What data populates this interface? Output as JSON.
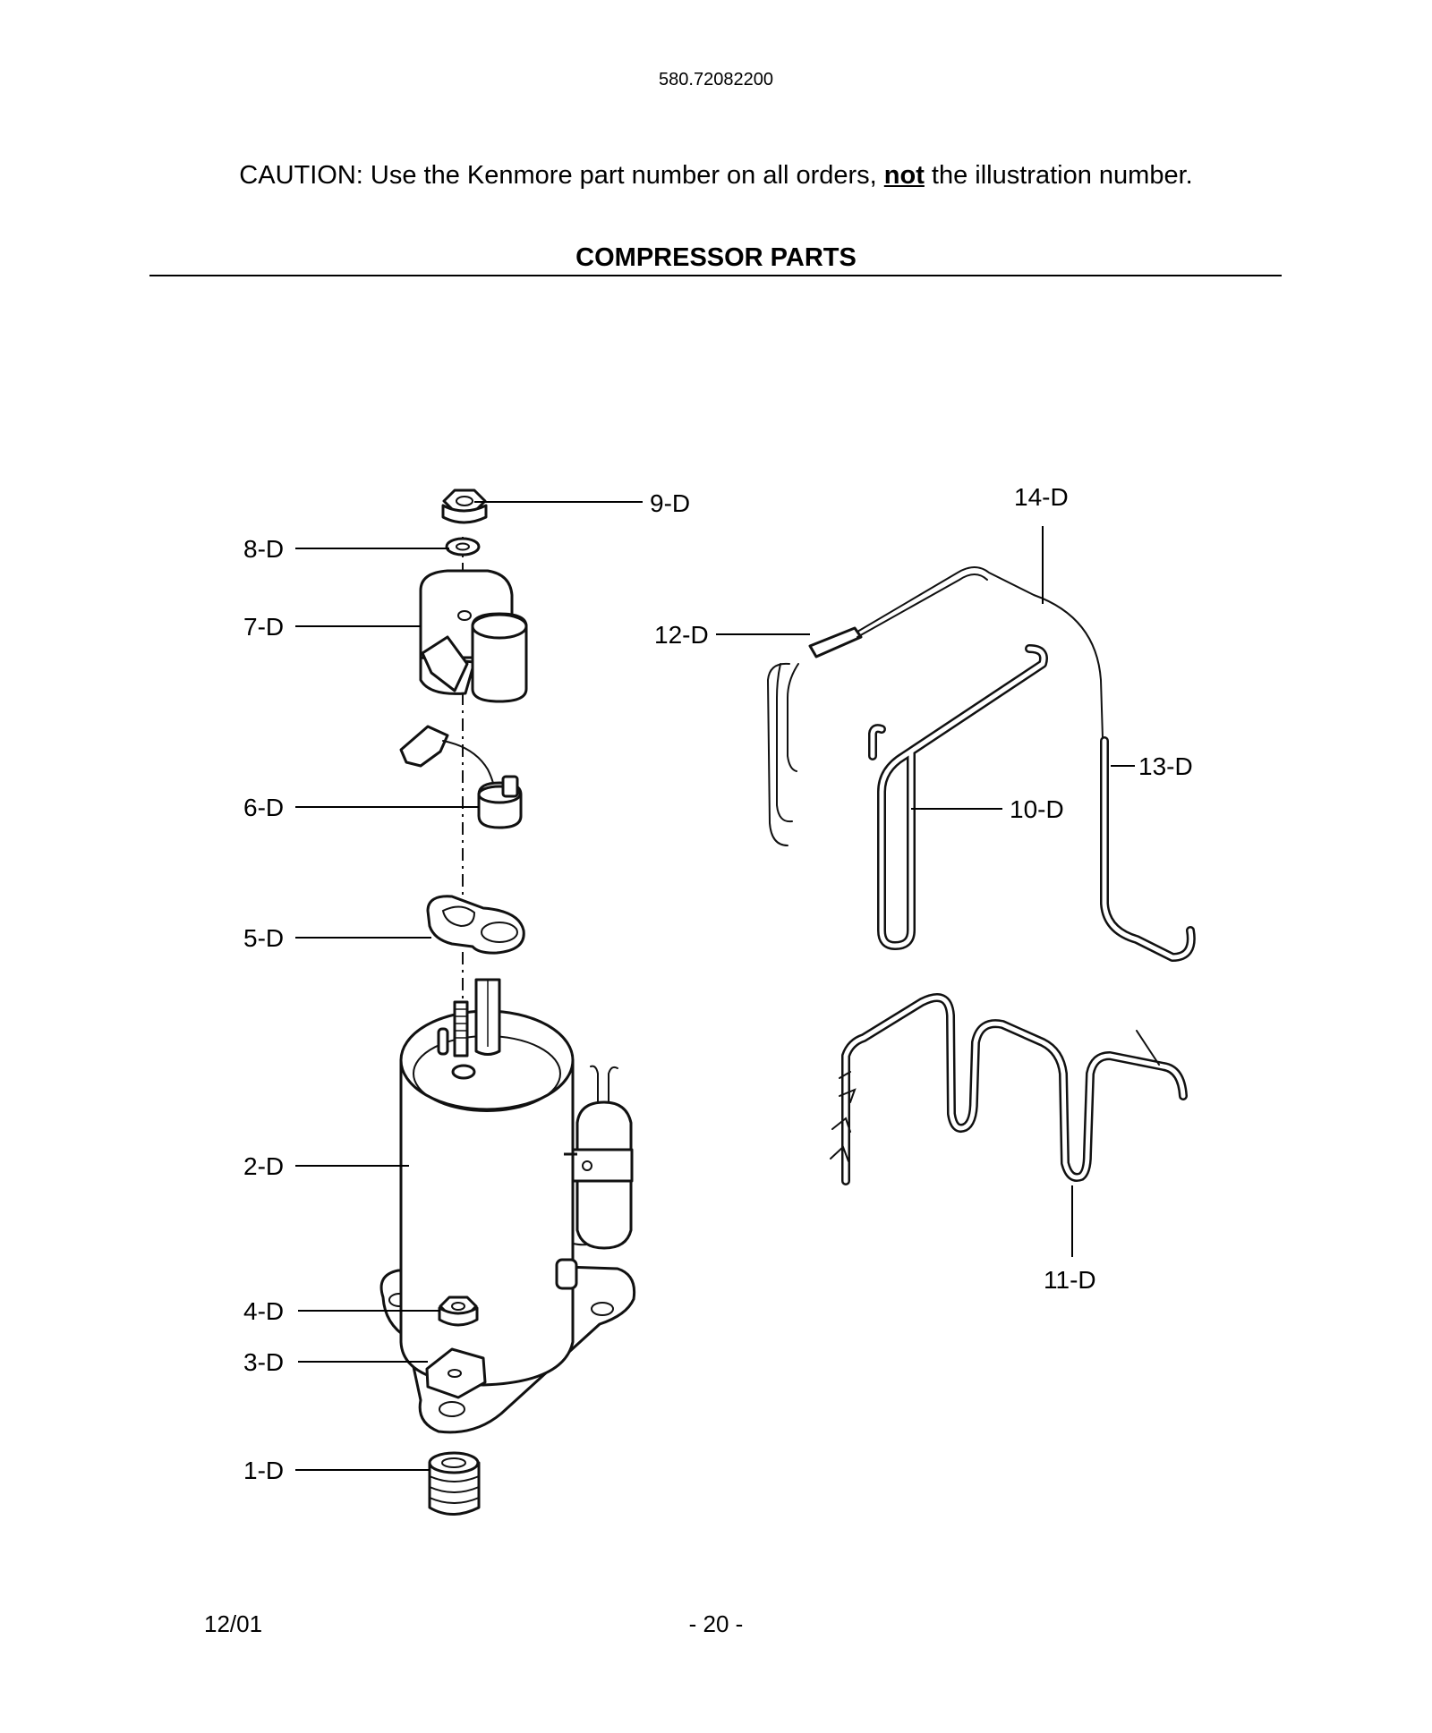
{
  "header": {
    "model_number": "580.72082200",
    "caution_prefix": "CAUTION: Use the Kenmore part number on all orders, ",
    "caution_emphasis": "not",
    "caution_suffix": " the illustration number.",
    "section_title": "COMPRESSOR PARTS"
  },
  "callouts": {
    "p1": "1-D",
    "p2": "2-D",
    "p3": "3-D",
    "p4": "4-D",
    "p5": "5-D",
    "p6": "6-D",
    "p7": "7-D",
    "p8": "8-D",
    "p9": "9-D",
    "p10": "10-D",
    "p11": "11-D",
    "p12": "12-D",
    "p13": "13-D",
    "p14": "14-D"
  },
  "footer": {
    "date": "12/01",
    "page": "- 20 -"
  }
}
